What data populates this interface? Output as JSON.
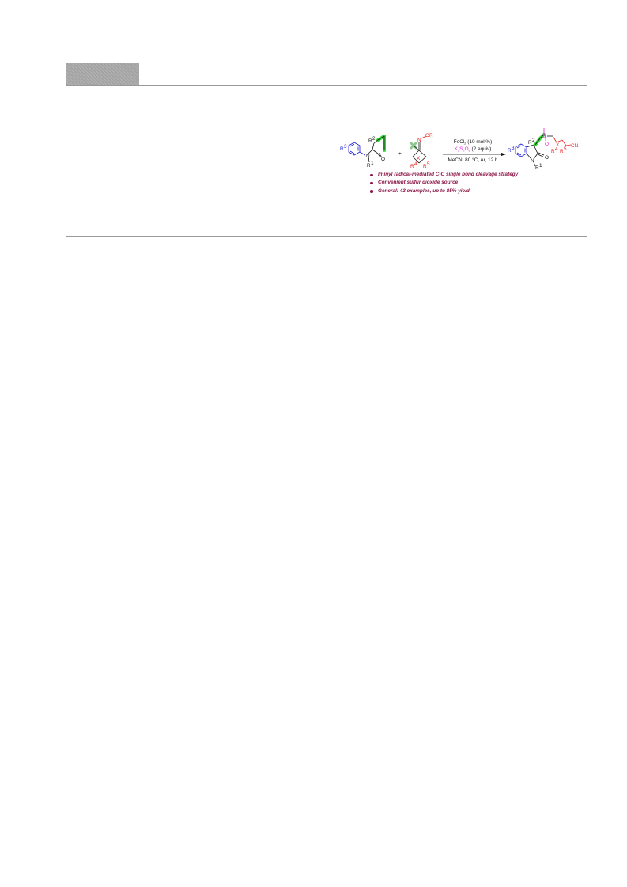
{
  "reaction": {
    "reagent_line1_prefix": "FeCl",
    "reagent_line1_sub": "2",
    "reagent_line1_suffix": " (10 mol %)",
    "reagent_line2_k": "K",
    "reagent_line2_sub1": "2",
    "reagent_line2_s": "S",
    "reagent_line2_sub2": "2",
    "reagent_line2_o": "O",
    "reagent_line2_sub3": "8",
    "reagent_line2_suffix": " (2 equiv)",
    "conditions": "MeCN, 80 °C, Ar, 12 h",
    "plus": "+",
    "labels": {
      "r3": "R",
      "r3_sup": "3",
      "r2": "R",
      "r2_sup": "2",
      "r1": "R",
      "r1_sup": "1",
      "n": "N",
      "o": "O",
      "or": "OR",
      "x": "X",
      "r4": "R",
      "r4_sup": "4",
      "r5": "R",
      "r5_sup": "5",
      "s": "S",
      "cn": "CN"
    }
  },
  "highlights": [
    "Iminyl radical-mediated  C-C single bond cleavage strategy",
    "Convenient sulfur dioxide source",
    "General: 43 examples, up to 85% yield"
  ],
  "colors": {
    "blue": "#1a1ad6",
    "red": "#e8201c",
    "magenta": "#e020e0",
    "green": "#38d638",
    "maroon": "#8a1646"
  }
}
